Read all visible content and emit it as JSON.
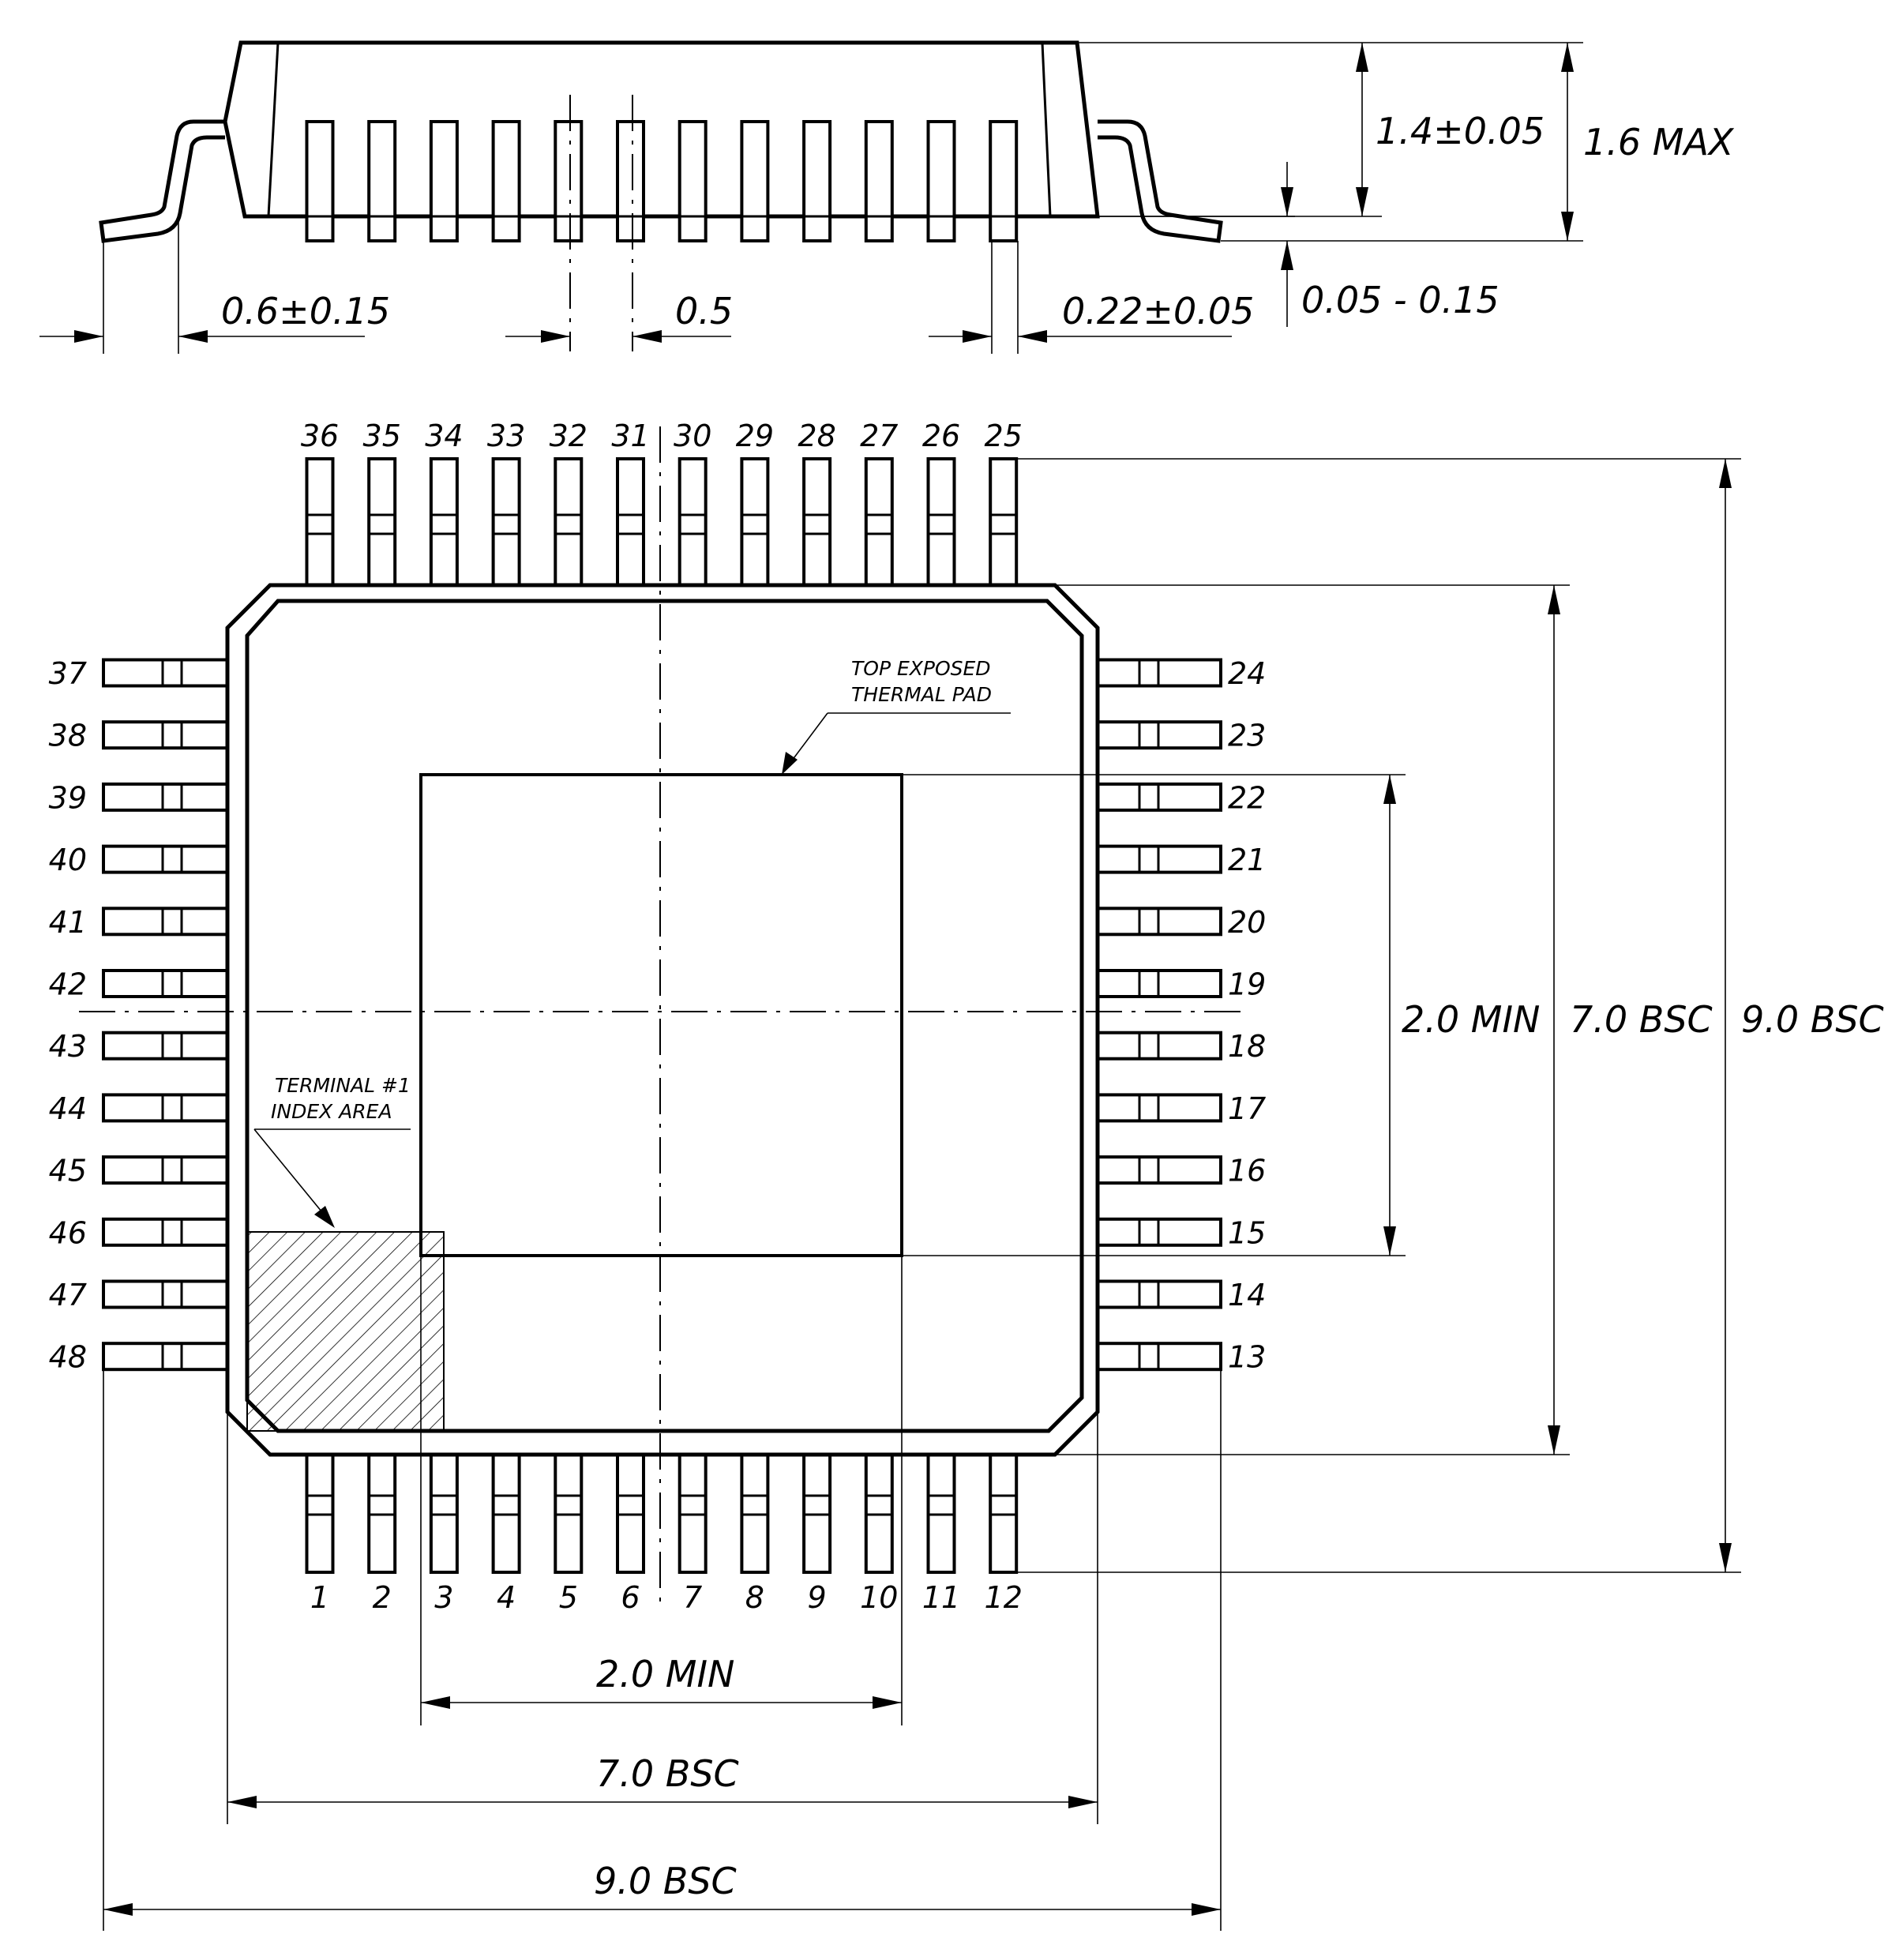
{
  "dimensions": {
    "lead_length": "0.6±0.15",
    "pitch": "0.5",
    "lead_width": "0.22±0.05",
    "body_thickness": "1.4±0.05",
    "max_height": "1.6 MAX",
    "standoff": "0.05 - 0.15",
    "pad_h": "2.0 MIN",
    "body_h": "7.0 BSC",
    "overall_h": "9.0 BSC",
    "pad_w": "2.0 MIN",
    "body_w": "7.0 BSC",
    "overall_w": "9.0 BSC"
  },
  "notes": {
    "pad_line1": "TOP EXPOSED",
    "pad_line2": "THERMAL PAD",
    "index_line1": "TERMINAL #1",
    "index_line2": "INDEX AREA"
  },
  "pins": {
    "bottom": [
      "1",
      "2",
      "3",
      "4",
      "5",
      "6",
      "7",
      "8",
      "9",
      "10",
      "11",
      "12"
    ],
    "right": [
      "13",
      "14",
      "15",
      "16",
      "17",
      "18",
      "19",
      "20",
      "21",
      "22",
      "23",
      "24"
    ],
    "top": [
      "25",
      "26",
      "27",
      "28",
      "29",
      "30",
      "31",
      "32",
      "33",
      "34",
      "35",
      "36"
    ],
    "left": [
      "37",
      "38",
      "39",
      "40",
      "41",
      "42",
      "43",
      "44",
      "45",
      "46",
      "47",
      "48"
    ]
  }
}
